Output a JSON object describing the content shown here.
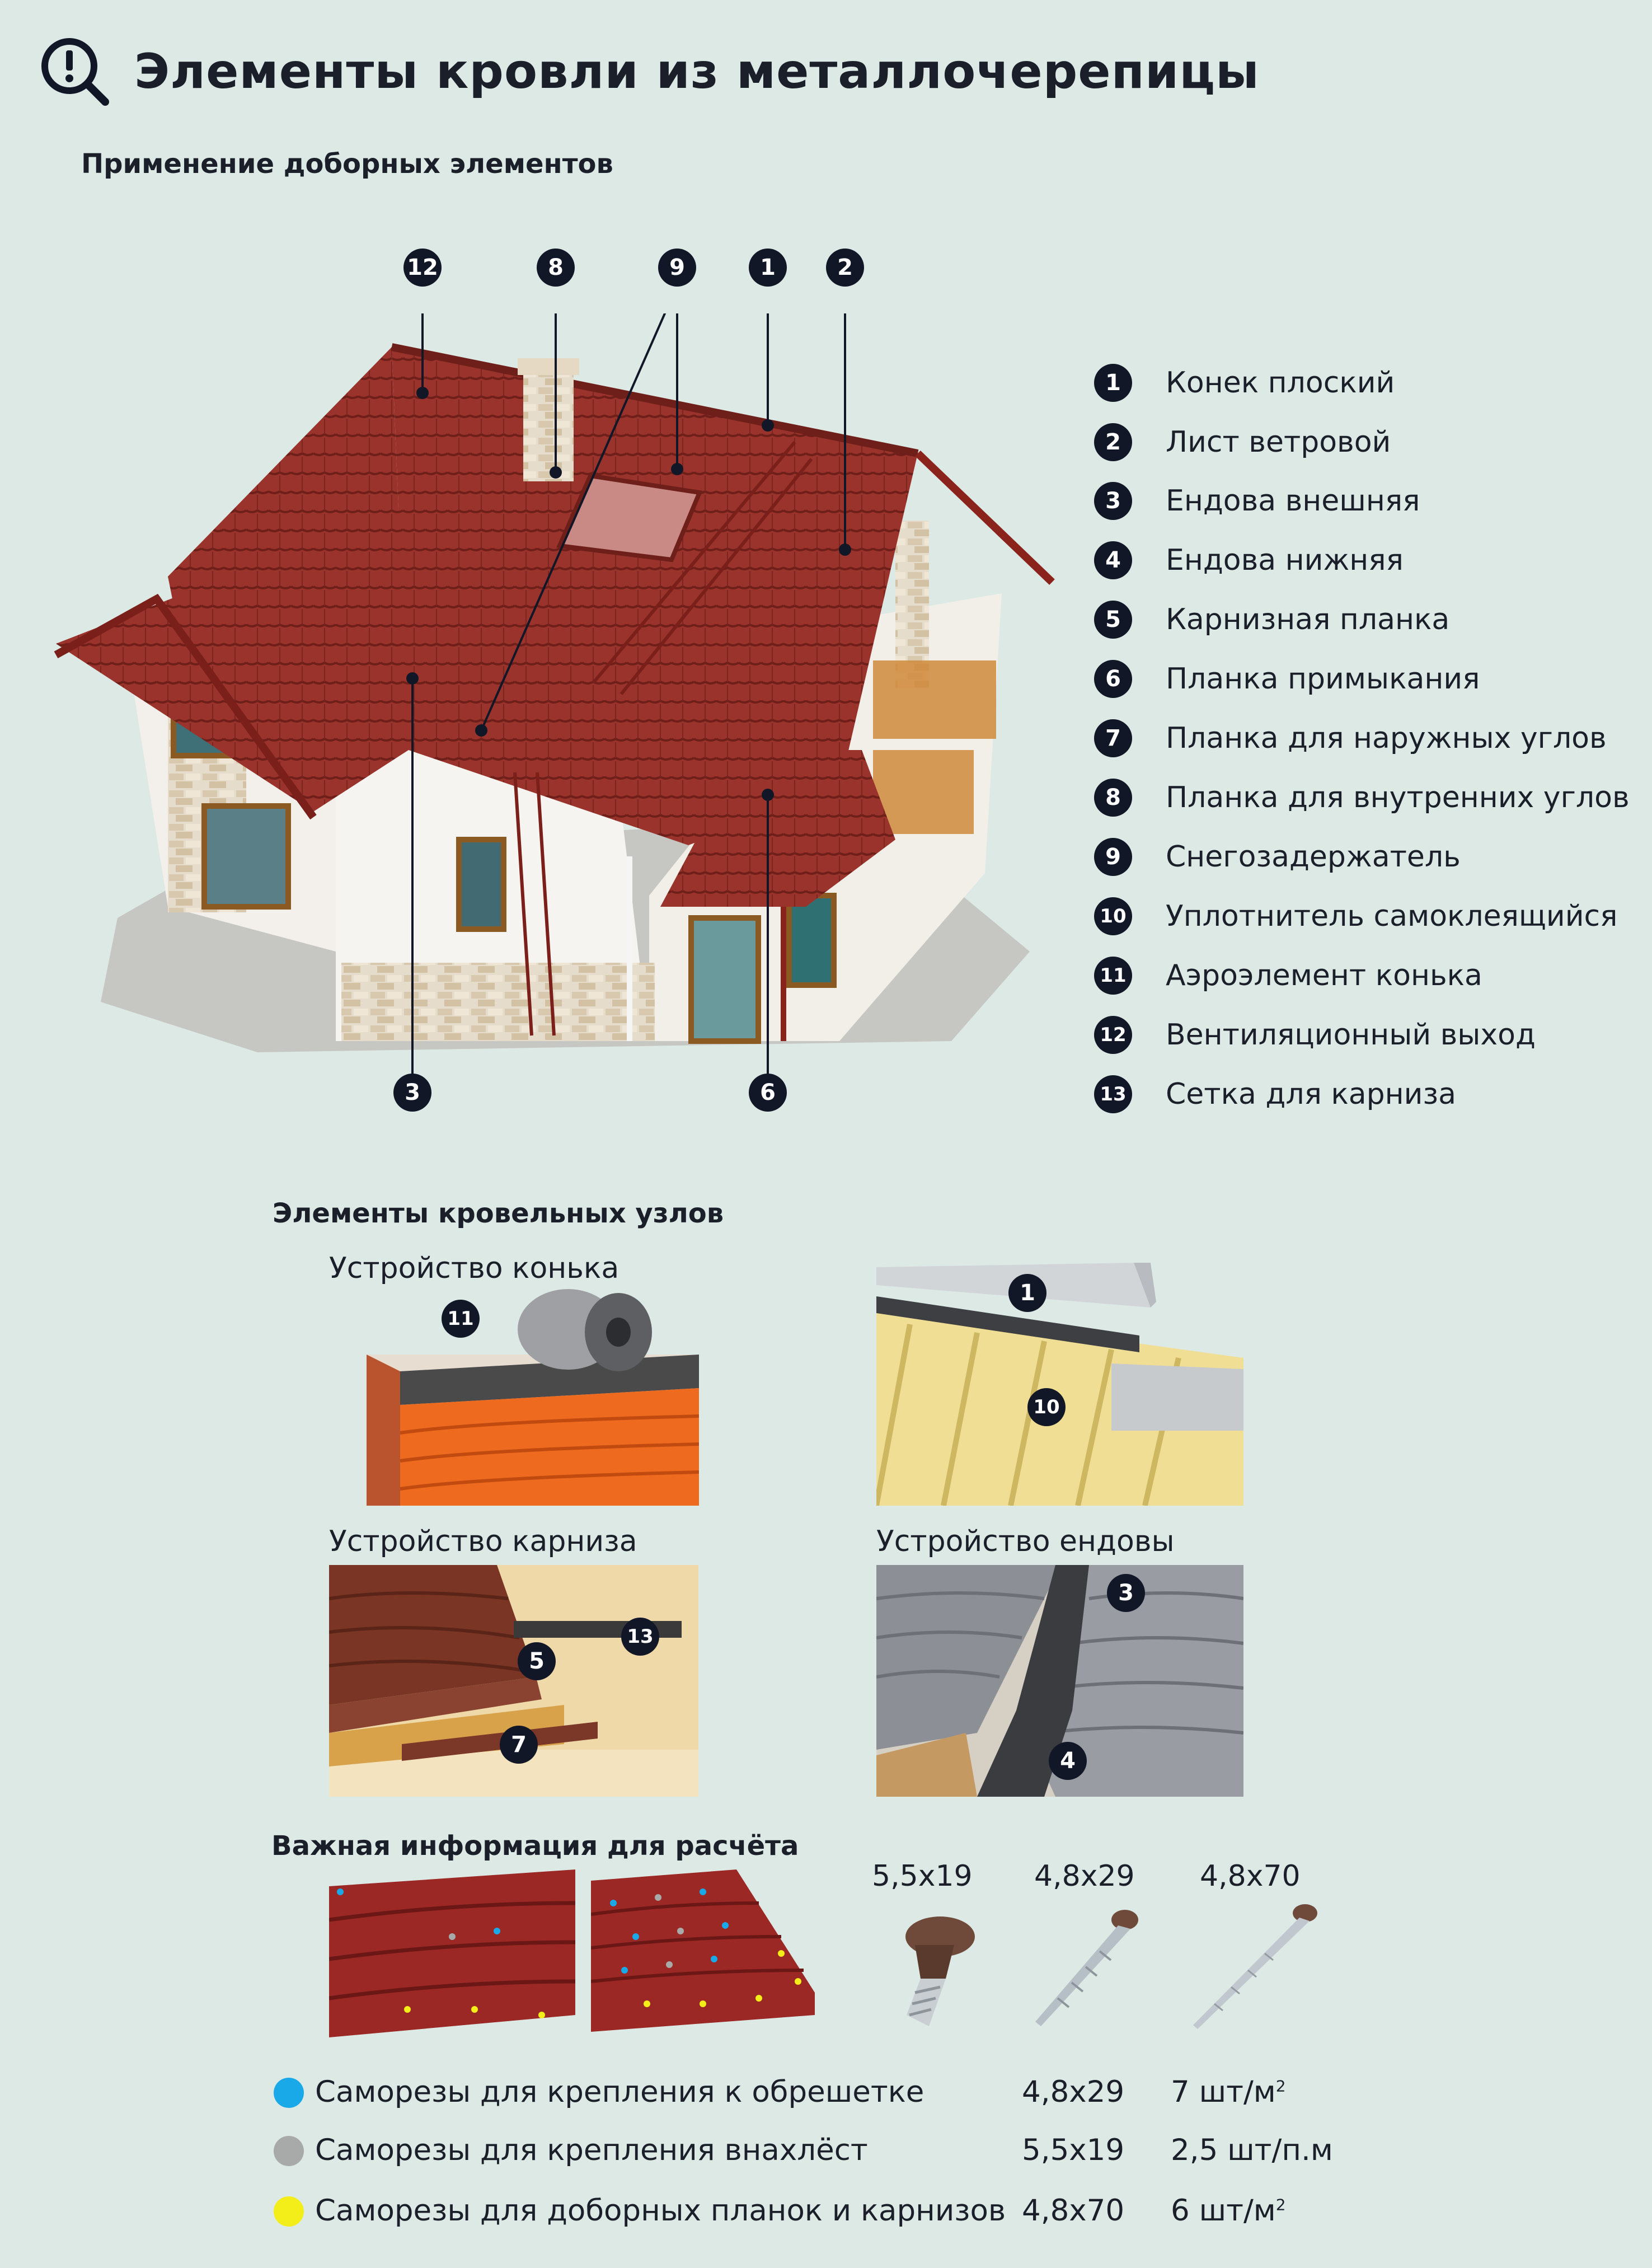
{
  "title": "Элементы кровли из металлочерепицы",
  "subtitle_application": "Применение доборных элементов",
  "house_badges": {
    "b12": "12",
    "b8": "8",
    "b9": "9",
    "b1": "1",
    "b2": "2",
    "b3": "3",
    "b6": "6"
  },
  "legend": [
    {
      "num": "1",
      "label": "Конек плоский"
    },
    {
      "num": "2",
      "label": "Лист ветровой"
    },
    {
      "num": "3",
      "label": "Ендова внешняя"
    },
    {
      "num": "4",
      "label": "Ендова нижняя"
    },
    {
      "num": "5",
      "label": "Карнизная планка"
    },
    {
      "num": "6",
      "label": "Планка примыкания"
    },
    {
      "num": "7",
      "label": "Планка для наружных углов"
    },
    {
      "num": "8",
      "label": "Планка для внутренних углов"
    },
    {
      "num": "9",
      "label": "Снегозадержатель"
    },
    {
      "num": "10",
      "label": "Уплотнитель самоклеящийся"
    },
    {
      "num": "11",
      "label": "Аэроэлемент конька"
    },
    {
      "num": "12",
      "label": "Вентиляционный выход"
    },
    {
      "num": "13",
      "label": "Сетка для карниза"
    }
  ],
  "nodes_heading": "Элементы кровельных узлов",
  "nodes": {
    "ridge_label": "Устройство конька",
    "eave_label": "Устройство карниза",
    "valley_label": "Устройство ендовы",
    "b11": "11",
    "b1": "1",
    "b10": "10",
    "b5": "5",
    "b13": "13",
    "b7": "7",
    "b3": "3",
    "b4": "4"
  },
  "calc_heading": "Важная информация для расчёта",
  "screw_sizes": [
    "5,5x19",
    "4,8x29",
    "4,8x70"
  ],
  "fasteners": [
    {
      "color": "#1aa9e8",
      "label": "Саморезы для крепления к обрешетке",
      "size": "4,8x29",
      "qty": "7 шт/м",
      "sup": "2"
    },
    {
      "color": "#a8aaa9",
      "label": "Саморезы для крепления внахлёст",
      "size": "5,5x19",
      "qty": "2,5 шт/п.м",
      "sup": ""
    },
    {
      "color": "#f3ee19",
      "label": "Саморезы для доборных планок и карнизов",
      "size": "4,8x70",
      "qty": "6 шт/м",
      "sup": "2"
    }
  ],
  "colors": {
    "background": "#dde9e5",
    "badge": "#121728",
    "roof": "#8e2c25",
    "text": "#1b1f2a"
  },
  "icons": {
    "title_icon": "search-exclamation-icon"
  }
}
